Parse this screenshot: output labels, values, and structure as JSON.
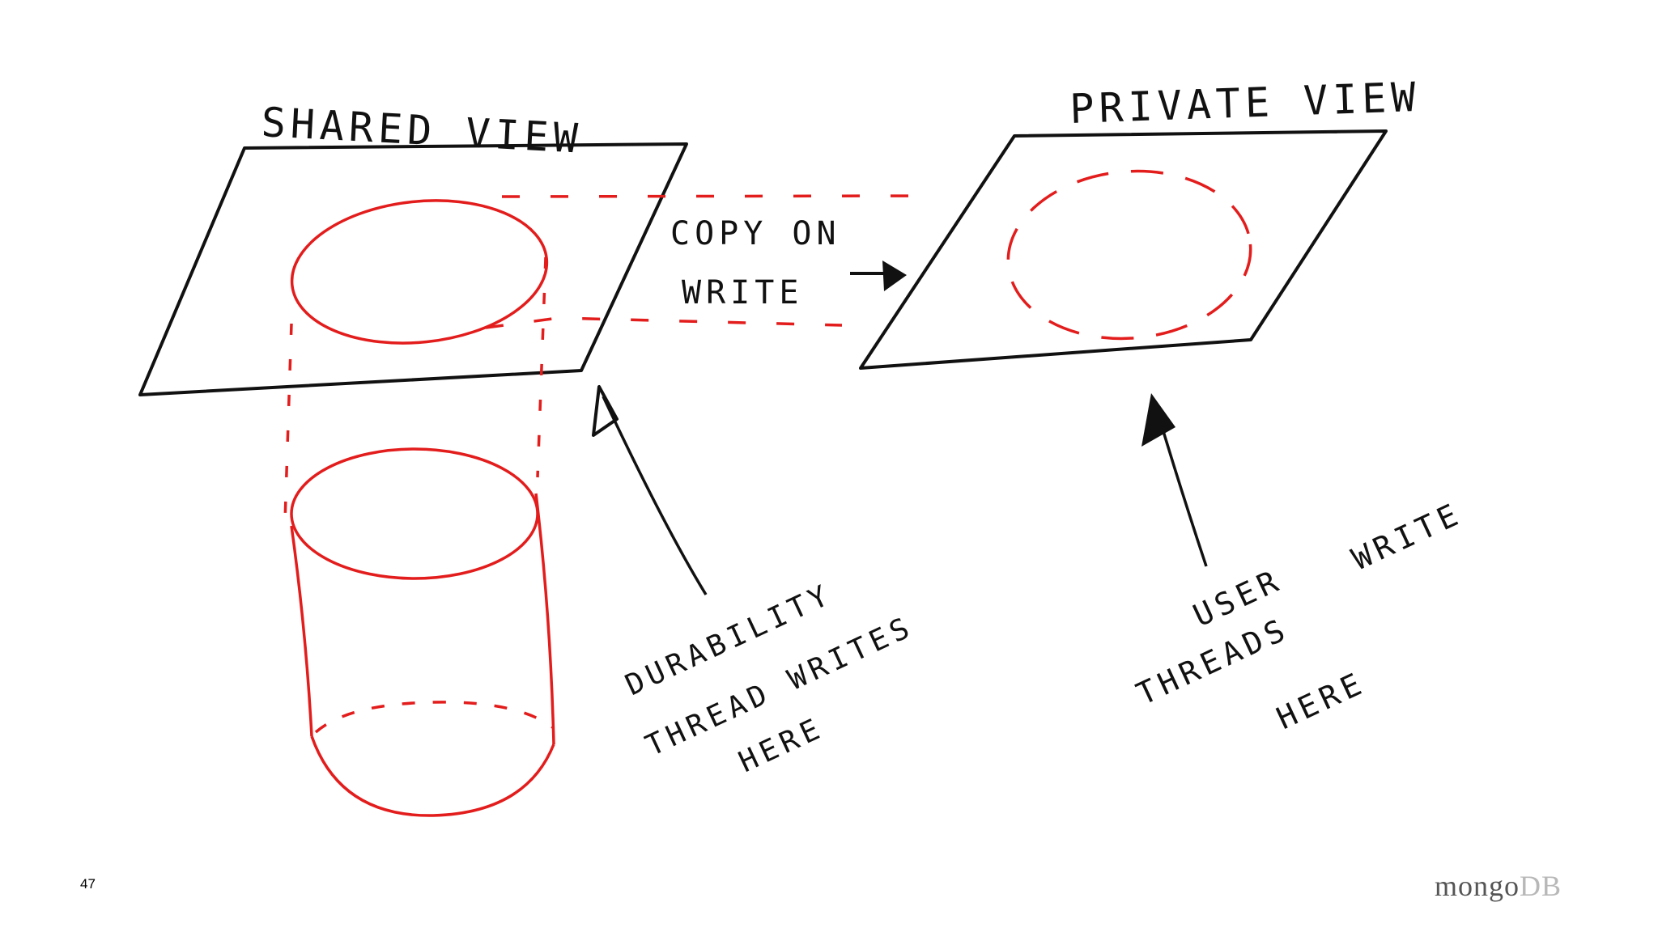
{
  "labels": {
    "shared_view": "SHARED VIEW",
    "private_view": "PRIVATE VIEW",
    "copy_on_write_1": "COPY ON",
    "copy_on_write_2": "WRITE",
    "durability_1": "DURABILITY",
    "durability_2": "THREAD WRITES",
    "durability_3": "HERE",
    "user_1": "USER",
    "user_2a": "THREADS",
    "user_2b": "WRITE",
    "user_3": "HERE"
  },
  "footer": {
    "slide_number": "47",
    "logo_mongo": "mongo",
    "logo_db": "DB"
  },
  "colors": {
    "ink": "#111111",
    "red": "#e31c1c"
  }
}
